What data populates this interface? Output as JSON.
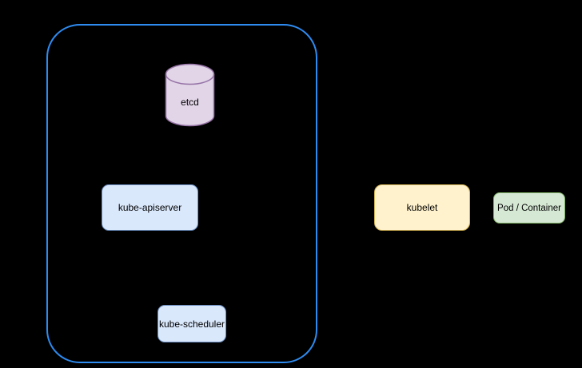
{
  "canvas": {
    "background": "#000000",
    "text_color": "#000000"
  },
  "boundary": {
    "role": "control-plane grouping box",
    "stroke": "#2e8bf0"
  },
  "nodes": {
    "etcd": {
      "label": "etcd",
      "shape": "cylinder",
      "fill": "#e1d5e7",
      "stroke": "#9673a6"
    },
    "kube_apiserver": {
      "label": "kube-apiserver",
      "shape": "rounded-rectangle",
      "fill": "#dae8fc",
      "stroke": "#6c8ebf"
    },
    "kube_scheduler": {
      "label": "kube-scheduler",
      "shape": "rounded-rectangle",
      "fill": "#dae8fc",
      "stroke": "#6c8ebf"
    },
    "kubelet": {
      "label": "kubelet",
      "shape": "rounded-rectangle",
      "fill": "#fff2cc",
      "stroke": "#d6b656"
    },
    "pod_container": {
      "label": "Pod / Container",
      "shape": "rounded-rectangle",
      "fill": "#d5e8d4",
      "stroke": "#82b366"
    }
  }
}
